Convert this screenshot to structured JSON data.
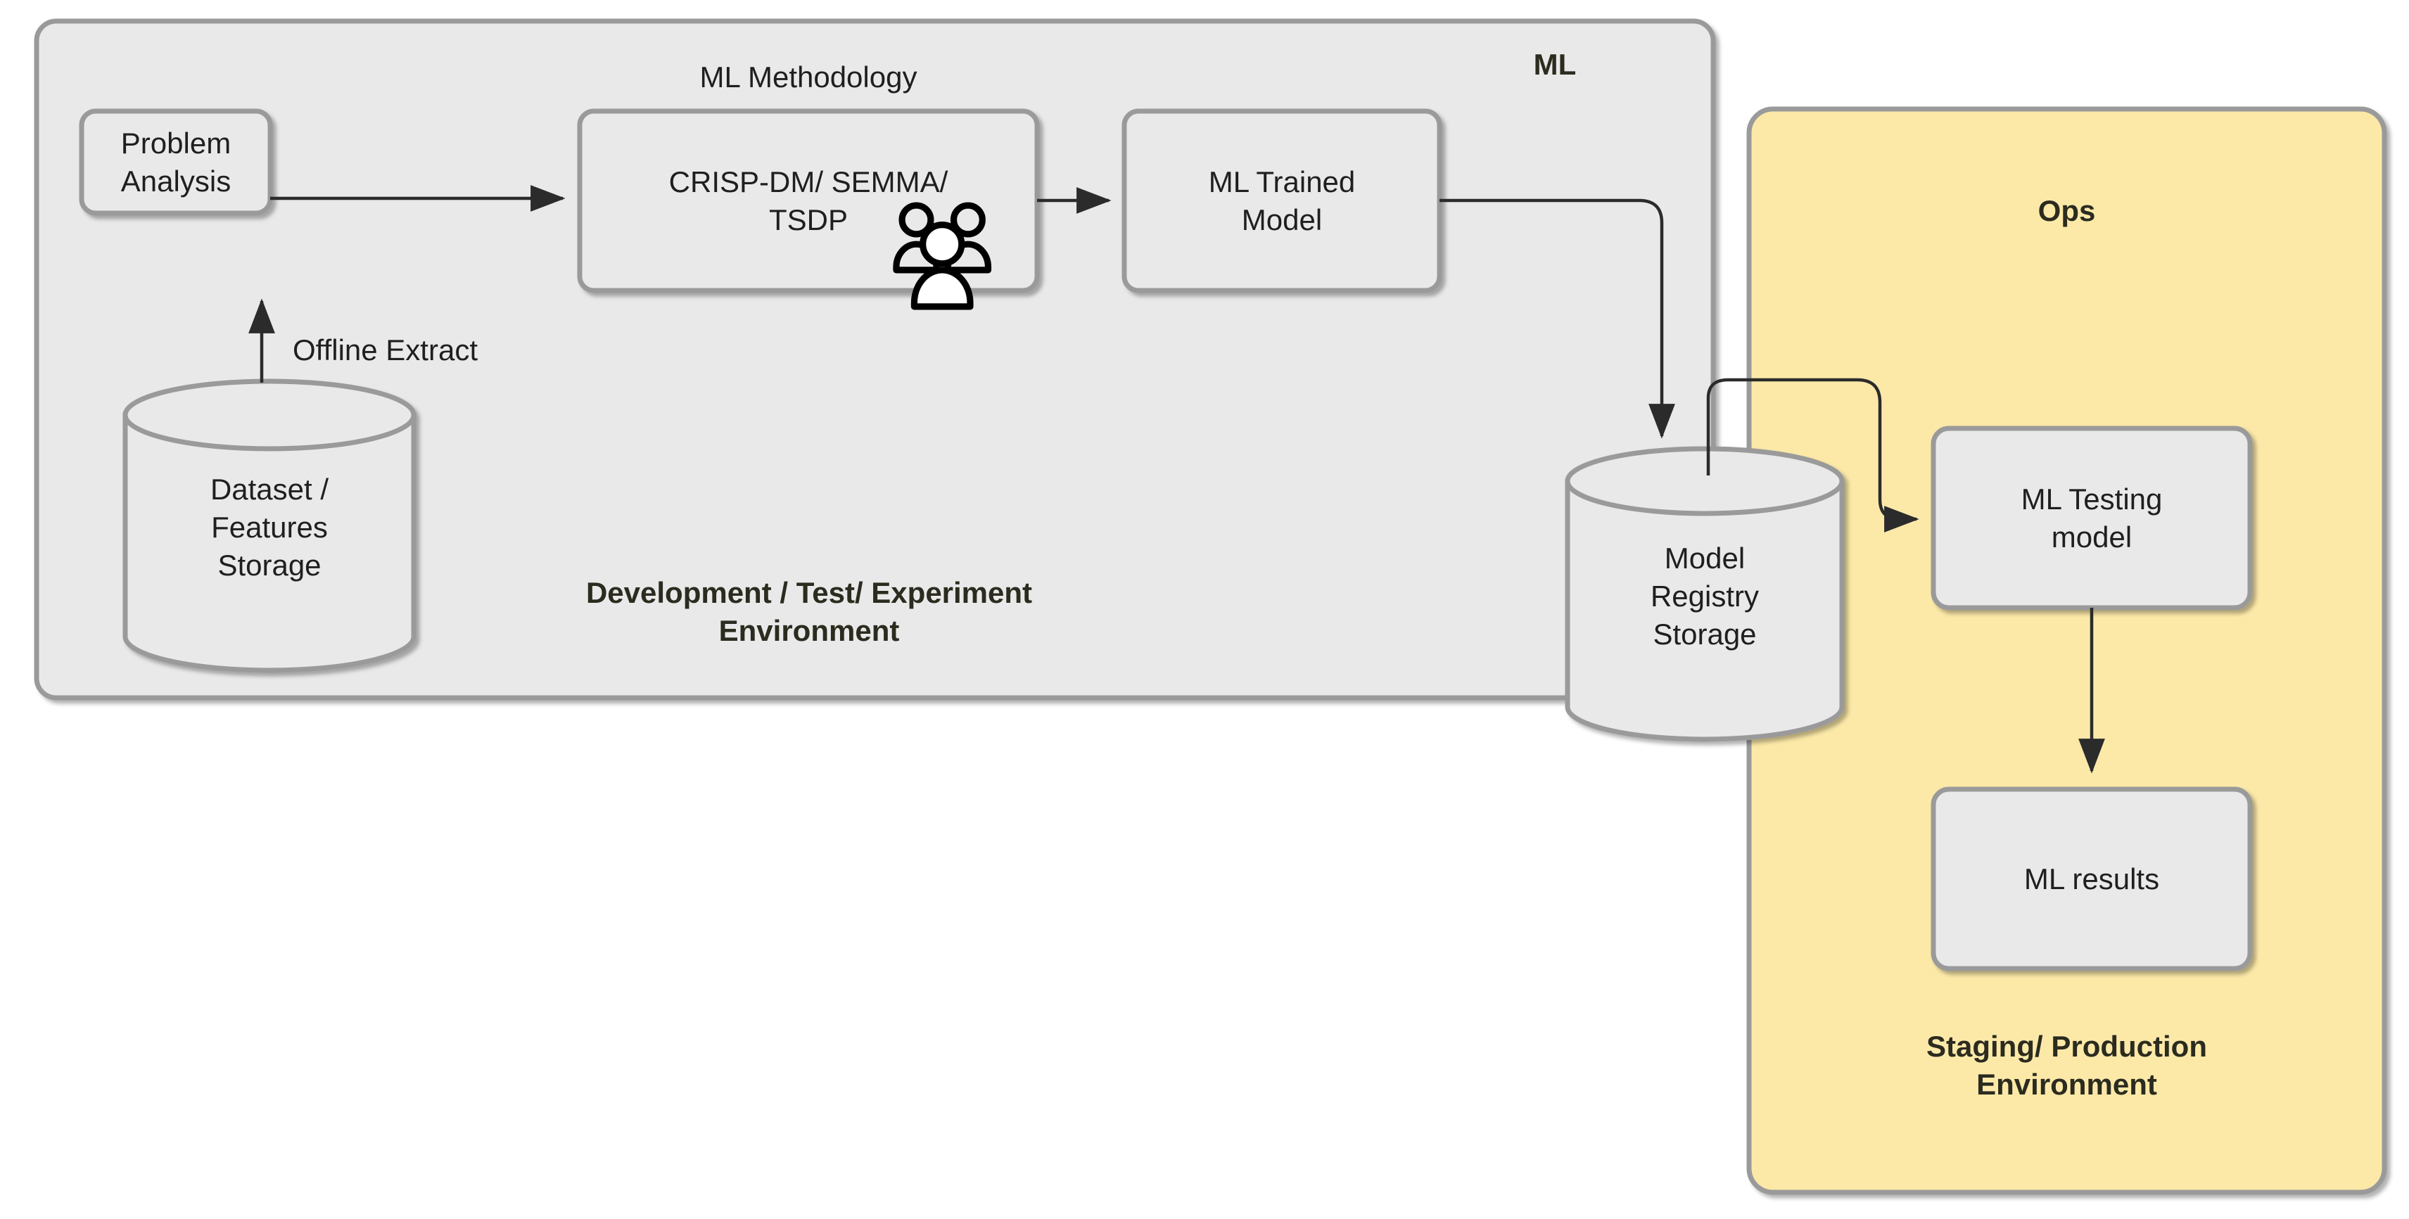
{
  "diagram": {
    "title_absent": true,
    "containers": [
      {
        "id": "ml-container",
        "label": "ML",
        "sublabel": "Development / Test/ Experiment\nEnvironment",
        "fill": "#E9E9E9",
        "stroke": "#9A9A9A"
      },
      {
        "id": "ops-container",
        "label": "Ops",
        "sublabel": "Staging/ Production\nEnvironment",
        "fill": "#FCE9A8",
        "stroke": "#9A9A9A"
      }
    ],
    "nodes": [
      {
        "id": "problem-analysis",
        "label": "Problem Analysis",
        "shape": "rounded-rect",
        "fill": "#E9E9E9",
        "stroke": "#9A9A9A"
      },
      {
        "id": "ml-methodology",
        "label": "CRISP-DM/ SEMMA/\nTSDP",
        "shape": "rounded-rect",
        "fill": "#E9E9E9",
        "stroke": "#9A9A9A",
        "caption": "ML Methodology",
        "icon": "people-group-icon"
      },
      {
        "id": "ml-trained-model",
        "label": "ML Trained\nModel",
        "shape": "rounded-rect",
        "fill": "#E9E9E9",
        "stroke": "#9A9A9A"
      },
      {
        "id": "dataset-storage",
        "label": "Dataset /\nFeatures\nStorage",
        "shape": "cylinder",
        "fill": "#E9E9E9",
        "stroke": "#9A9A9A"
      },
      {
        "id": "model-registry",
        "label": "Model\nRegistry\nStorage",
        "shape": "cylinder",
        "fill": "#E9E9E9",
        "stroke": "#9A9A9A"
      },
      {
        "id": "ml-testing-model",
        "label": "ML Testing\nmodel",
        "shape": "rounded-rect",
        "fill": "#E9E9E9",
        "stroke": "#9A9A9A"
      },
      {
        "id": "ml-results",
        "label": "ML results",
        "shape": "rounded-rect",
        "fill": "#E9E9E9",
        "stroke": "#9A9A9A"
      }
    ],
    "edges": [
      {
        "id": "edge-problem-to-methodology",
        "from": "problem-analysis",
        "to": "ml-methodology",
        "label": ""
      },
      {
        "id": "edge-methodology-to-trained",
        "from": "ml-methodology",
        "to": "ml-trained-model",
        "label": ""
      },
      {
        "id": "edge-dataset-to-problem",
        "from": "dataset-storage",
        "to": "problem-analysis",
        "label": "Offline Extract"
      },
      {
        "id": "edge-trained-to-registry",
        "from": "ml-trained-model",
        "to": "model-registry",
        "label": ""
      },
      {
        "id": "edge-registry-to-testing",
        "from": "model-registry",
        "to": "ml-testing-model",
        "label": ""
      },
      {
        "id": "edge-testing-to-results",
        "from": "ml-testing-model",
        "to": "ml-results",
        "label": ""
      }
    ],
    "colors": {
      "node_fill": "#E9E9E9",
      "node_stroke": "#9A9A9A",
      "ops_fill": "#FCE9A8",
      "edge_stroke": "#000000",
      "text": "#1F1F1F",
      "bold_text": "#2B2B1F",
      "background": "#FFFFFF"
    },
    "labels": {
      "ml_container": "ML",
      "ops_container": "Ops",
      "dev_environment": "Development / Test/ Experiment\nEnvironment",
      "prod_environment": "Staging/ Production\nEnvironment",
      "ml_methodology_caption": "ML Methodology",
      "offline_extract": "Offline Extract",
      "problem_analysis": "Problem Analysis",
      "crisp_dm": "CRISP-DM/ SEMMA/\nTSDP",
      "ml_trained_model": "ML Trained\nModel",
      "dataset_storage": "Dataset /\nFeatures\nStorage",
      "model_registry": "Model\nRegistry\nStorage",
      "ml_testing_model": "ML Testing\nmodel",
      "ml_results": "ML results"
    }
  }
}
